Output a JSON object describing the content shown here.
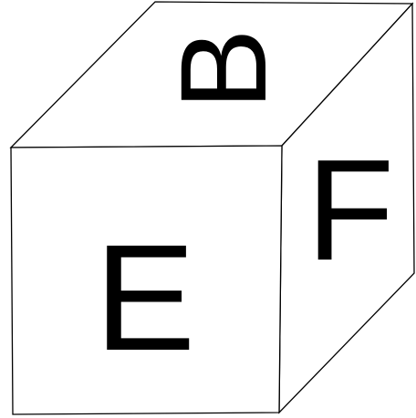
{
  "cube": {
    "front_face": {
      "letter": "E"
    },
    "top_face": {
      "letter": "B",
      "orientation": "rotated-90-counterclockwise"
    },
    "right_face": {
      "letter": "F"
    }
  },
  "colors": {
    "stroke": "#000000",
    "face_fill": "#ffffff",
    "letter": "#000000"
  }
}
